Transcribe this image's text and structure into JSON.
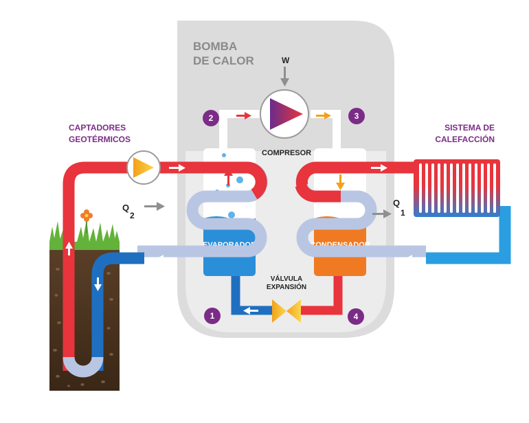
{
  "heat_pump": {
    "title_line1": "BOMBA",
    "title_line2": "DE CALOR"
  },
  "work_label": "W",
  "compressor_label": "COMPRESOR",
  "evaporator_label": "EVAPORADOR",
  "condenser_label": "CONDENSADOR",
  "valve_label_line1": "VÁLVULA",
  "valve_label_line2": "EXPANSIÓN",
  "ground_collectors": {
    "line1": "CAPTADORES",
    "line2": "GEOTÉRMICOS"
  },
  "heating_system": {
    "line1": "SISTEMA DE",
    "line2": "CALEFACCIÓN"
  },
  "q2": {
    "letter": "Q",
    "sub": "2"
  },
  "q1": {
    "letter": "Q",
    "sub": "1"
  },
  "steps": [
    "1",
    "2",
    "3",
    "4"
  ],
  "colors": {
    "hot": "#e8343c",
    "cold": "#1f6fc1",
    "purple": "#7b2c87",
    "housing": "#dcdcdc",
    "evaporator_fluid": "#2a8fd8",
    "condenser_fluid": "#ef7a22",
    "coil": "#b9c6e3"
  }
}
